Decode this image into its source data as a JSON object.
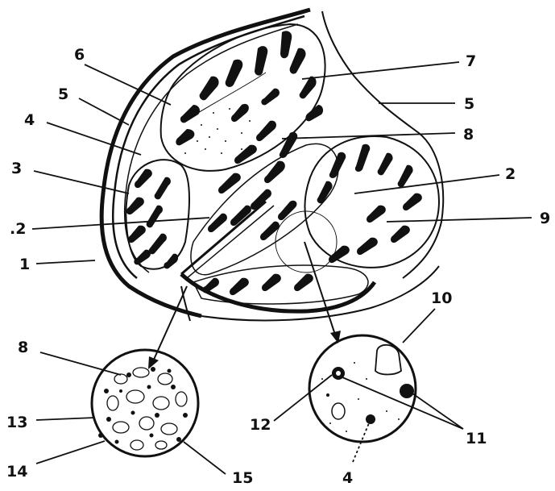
{
  "figure": {
    "ink_color": "#111111",
    "background_color": "#ffffff"
  },
  "labels": {
    "l1": "1",
    "l2_left": ".2",
    "l2_right": "2",
    "l3": "3",
    "l4_top": "4",
    "l4_bottom": "4",
    "l5_left": "5",
    "l5_right": "5",
    "l6": "6",
    "l7": "7",
    "l8_top": "8",
    "l8_bottom": "8",
    "l9": "9",
    "l10": "10",
    "l11": "11",
    "l12": "12",
    "l13": "13",
    "l14": "14",
    "l15": "15"
  }
}
